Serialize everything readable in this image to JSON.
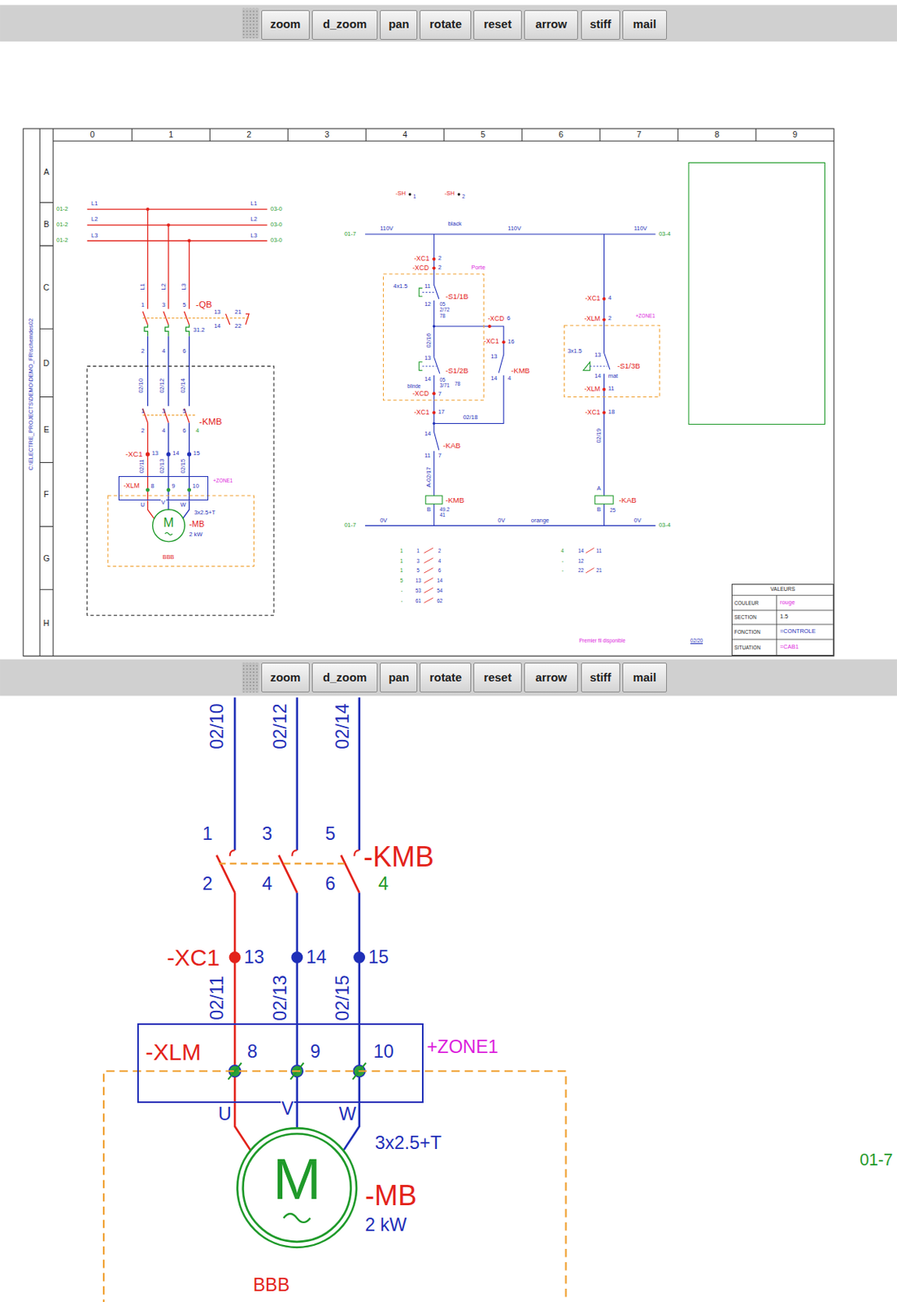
{
  "diagram": {
    "nodes": [
      {
        "text": [
          "zoom"
        ]
      },
      {
        "text": [
          "d_zoom"
        ]
      },
      {
        "text": [
          "pan"
        ]
      },
      {
        "text": [
          "rotate"
        ]
      },
      {
        "text": [
          "reset"
        ]
      },
      {
        "text": [
          "arrow"
        ]
      },
      {
        "text": [
          "stiff"
        ]
      },
      {
        "text": [
          "mail"
        ]
      },
      {
        "text": [
          "-XLM",
          "+ZONE1"
        ]
      },
      {
        "text": [
          "M"
        ]
      },
      {
        "text": [
          "VALEURS"
        ]
      },
      {
        "text": [
          "zoom"
        ]
      },
      {
        "text": [
          "d_zoom"
        ]
      },
      {
        "text": [
          "pan"
        ]
      },
      {
        "text": [
          "rotate"
        ]
      },
      {
        "text": [
          "reset"
        ]
      },
      {
        "text": [
          "arrow"
        ]
      },
      {
        "text": [
          "stiff"
        ]
      },
      {
        "text": [
          "mail"
        ]
      },
      {
        "text": [
          "-XLM",
          "+ZONE1"
        ]
      },
      {
        "text": [
          "M"
        ]
      }
    ],
    "edges": [
      {
        "from": 8,
        "to": 9,
        "arrow": "none",
        "label": "U"
      },
      {
        "from": 8,
        "to": 9,
        "arrow": "none",
        "label": "V"
      },
      {
        "from": 8,
        "to": 9,
        "arrow": "none",
        "label": "W"
      },
      {
        "from": 19,
        "to": 20,
        "arrow": "none",
        "label": "U"
      },
      {
        "from": 19,
        "to": 20,
        "arrow": "none",
        "label": "V"
      },
      {
        "from": 19,
        "to": 20,
        "arrow": "none",
        "label": "W"
      }
    ],
    "labels": [
      "0",
      "1",
      "2",
      "3",
      "4",
      "5",
      "6",
      "7",
      "8",
      "9",
      "A",
      "B",
      "C",
      "D",
      "E",
      "F",
      "G",
      "H",
      "C:\\ELECTRE_PROJECTS\\DEMO\\DEMO_FR\\schemdes02",
      "01-2",
      "L1",
      "L1",
      "03-0",
      "01-2",
      "L2",
      "L2",
      "03-0",
      "01-2",
      "L3",
      "L3",
      "03-0",
      "L1",
      "L2",
      "L3",
      "1",
      "3",
      "5",
      "-QB",
      "13",
      "21",
      "14",
      "22",
      "31.2",
      "2",
      "4",
      "6",
      "02/10",
      "02/12",
      "02/14",
      "1",
      "3",
      "5",
      "-KMB",
      "2",
      "4",
      "6",
      "4",
      "-XC1",
      "13",
      "14",
      "15",
      "02/11",
      "02/13",
      "02/15",
      "8",
      "9",
      "10",
      "3x2.5+T",
      "-MB",
      "2 kW",
      "BBB",
      "-SH",
      "1",
      "-SH",
      "2",
      "01-7",
      "110V",
      "black",
      "110V",
      "110V",
      "03-4",
      "-XC1",
      "2",
      "-XCD",
      "2",
      "Porte",
      "4x1.5",
      "11",
      "-S1/1B",
      "12",
      "05",
      "2/72",
      "78",
      "-XCD",
      "6",
      "02/16",
      "-XC1",
      "16",
      "13",
      "-KMB",
      "14",
      "4",
      "13",
      "-S1/2B",
      "14",
      "05",
      "3/71",
      "78",
      "blinde",
      "-XCD",
      "7",
      "-XC1",
      "17",
      "02/18",
      "14",
      "-KAB",
      "11",
      "7",
      "A-02/17",
      "-KMB",
      "B",
      "49.2",
      "41",
      "01-7",
      "0V",
      "0V",
      "orange",
      "0V",
      "03-4",
      "-XC1",
      "4",
      "-XLM",
      "2",
      "+ZONE1",
      "3x1.5",
      "13",
      "-S1/3B",
      "14",
      "mat",
      "-XLM",
      "11",
      "-XC1",
      "18",
      "02/19",
      "A",
      "-KAB",
      "B",
      "25",
      "1",
      "1",
      "2",
      "1",
      "3",
      "4",
      "1",
      "5",
      "6",
      "5",
      "13",
      "14",
      "-",
      "53",
      "54",
      "-",
      "61",
      "62",
      "4",
      "14",
      "11",
      "-",
      "12",
      "-",
      "22",
      "21",
      "COULEUR",
      "rouge",
      "SECTION",
      "1.5",
      "FONCTION",
      "=CONTROLE",
      "SITUATION",
      "=CAB1",
      "Premier fil disponible",
      "02/20",
      "02/10",
      "02/12",
      "02/14",
      "1",
      "3",
      "5",
      "-KMB",
      "2",
      "4",
      "6",
      "4",
      "-XC1",
      "13",
      "14",
      "15",
      "02/11",
      "02/13",
      "02/15",
      "8",
      "9",
      "10",
      "3x2.5+T",
      "-MB",
      "2 kW",
      "BBB",
      "01-7"
    ]
  }
}
